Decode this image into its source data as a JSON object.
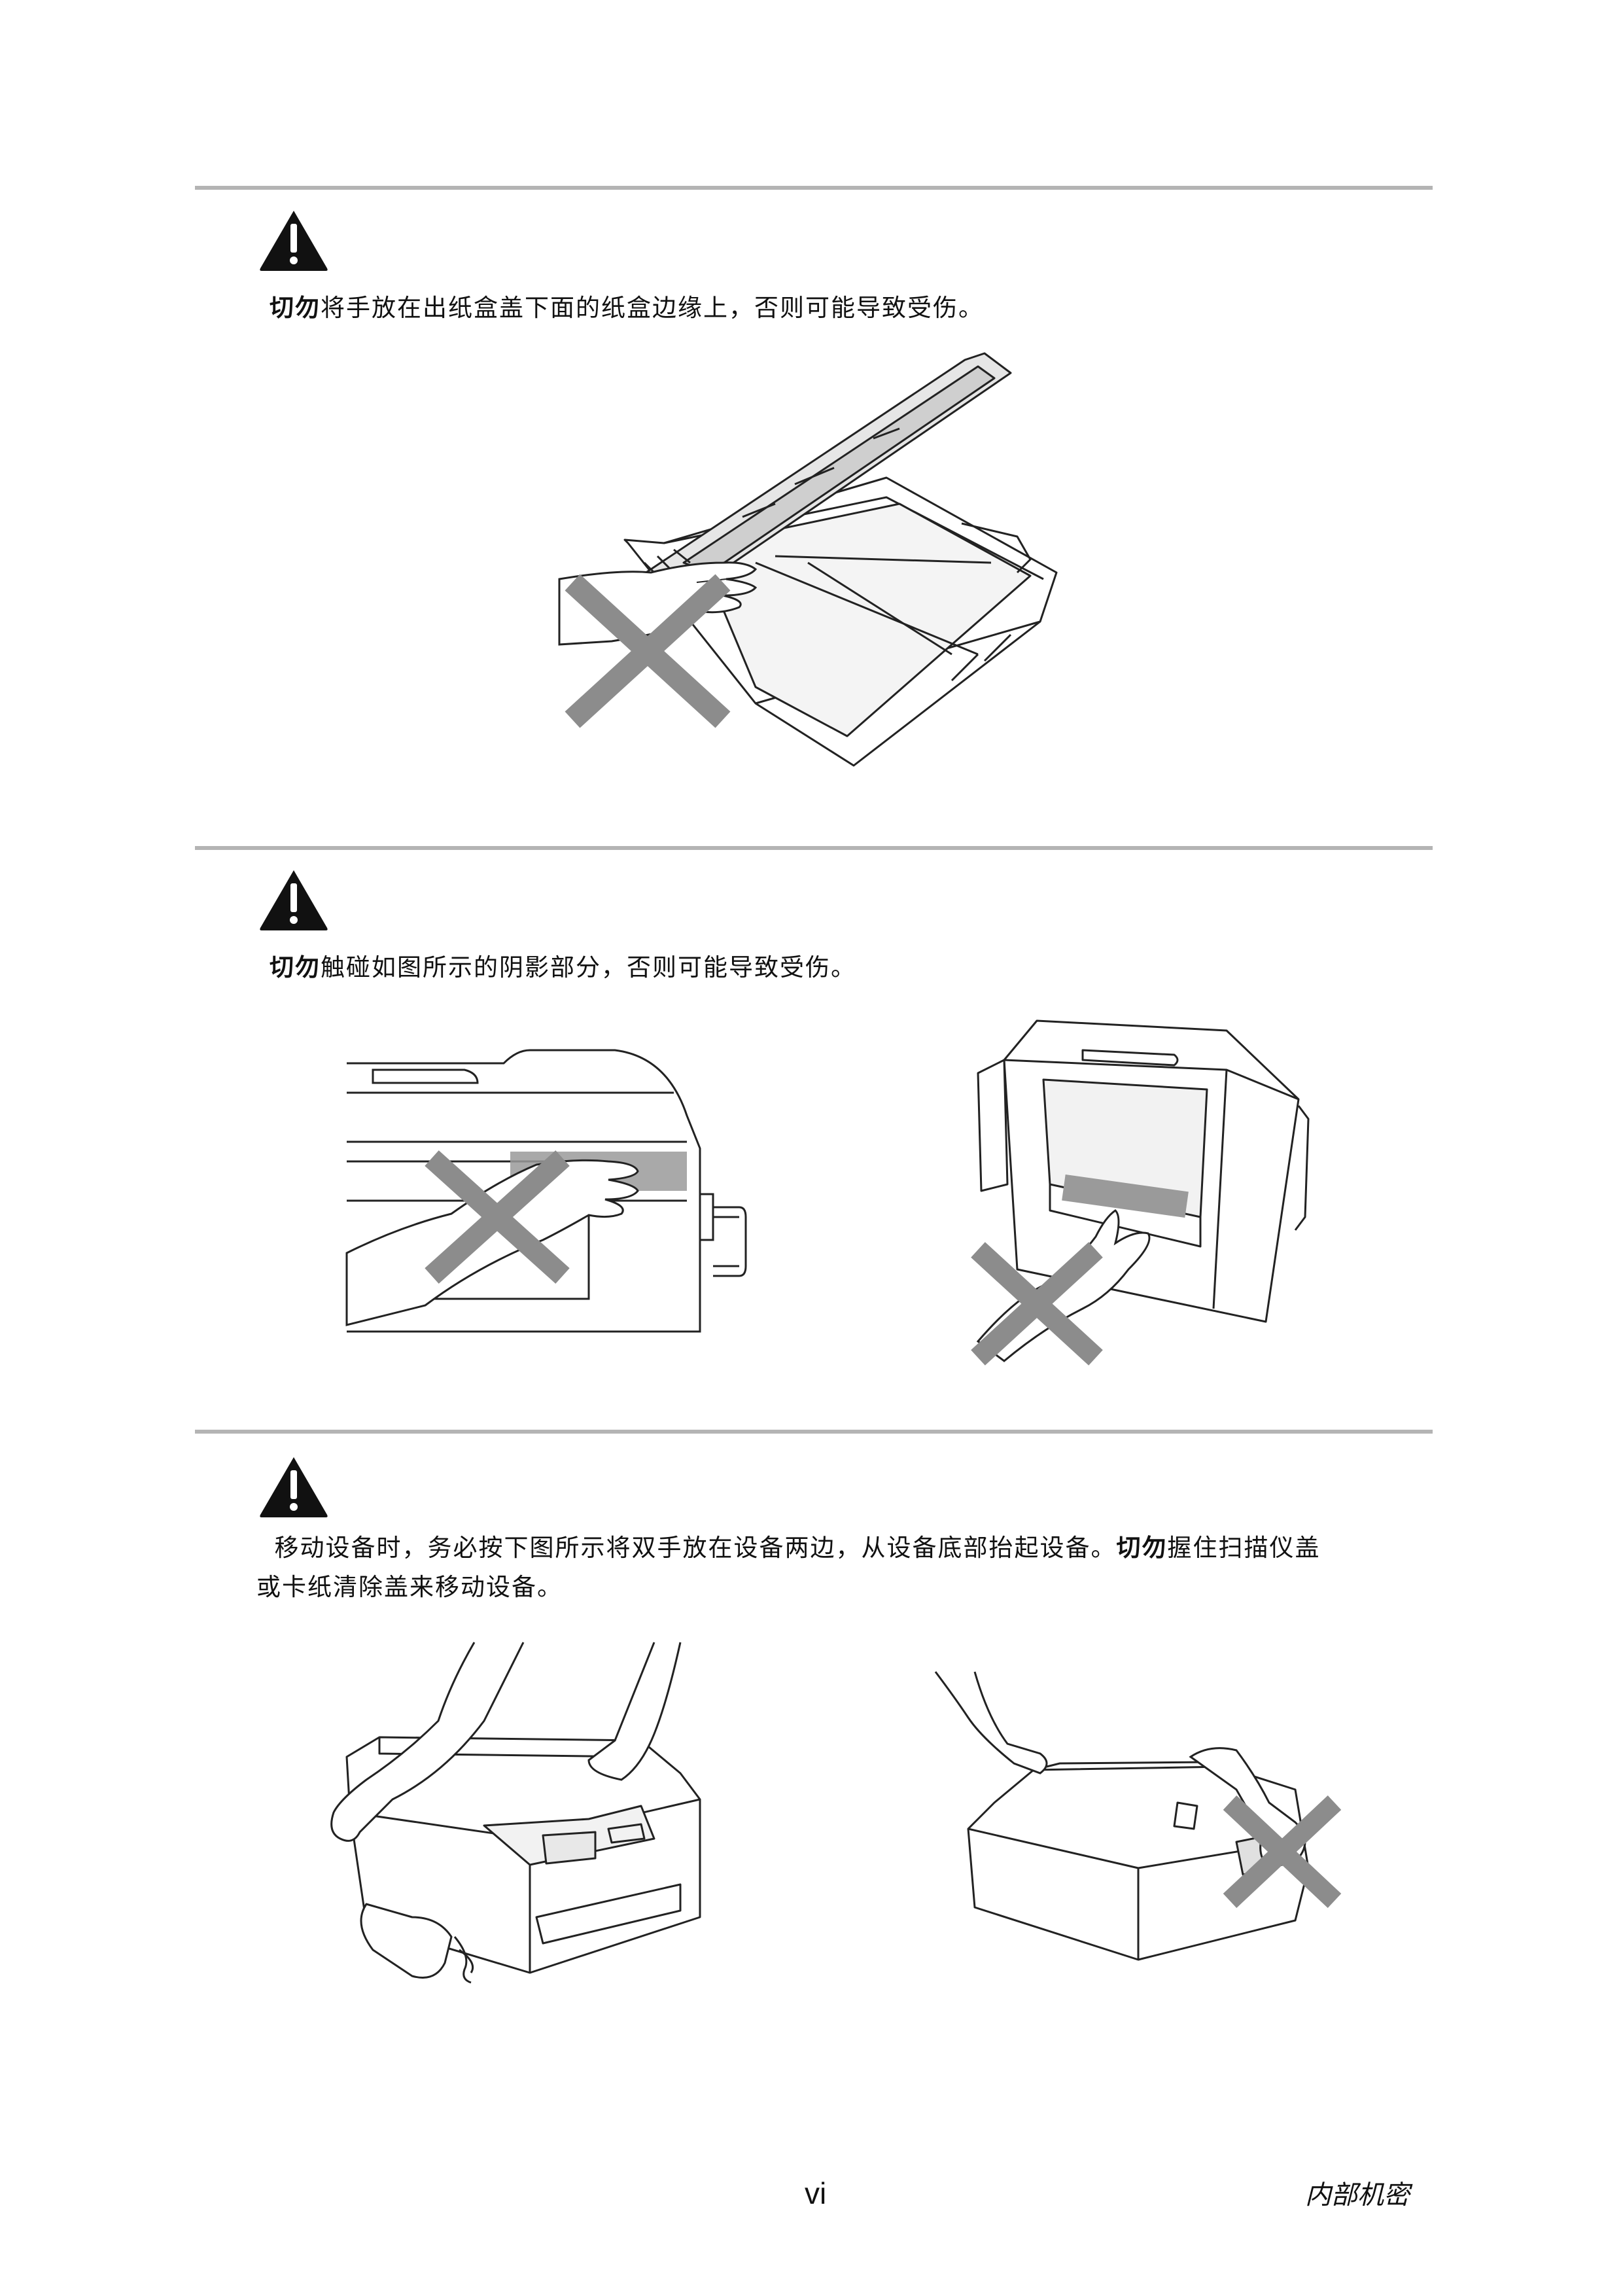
{
  "sections": [
    {
      "strong": "切勿",
      "text": "将手放在出纸盒盖下面的纸盒边缘上，否则可能导致受伤。"
    },
    {
      "strong": "切勿",
      "text": "触碰如图所示的阴影部分，否则可能导致受伤。"
    },
    {
      "line1": "移动设备时，务必按下图所示将双手放在设备两边，从设备底部抬起设备。",
      "line1_strong": "切勿",
      "line1_tail": "握住扫描仪盖",
      "line2": "或卡纸清除盖来移动设备。"
    }
  ],
  "footer": {
    "page_number": "vi",
    "confidential": "内部机密"
  },
  "icons": {
    "warning": "warning-triangle-icon",
    "prohibited": "prohibited-x-icon"
  },
  "colors": {
    "rule": "#b4b4b4",
    "prohibited_x": "#8c8c8c",
    "shaded_area": "#9a9a9a"
  }
}
